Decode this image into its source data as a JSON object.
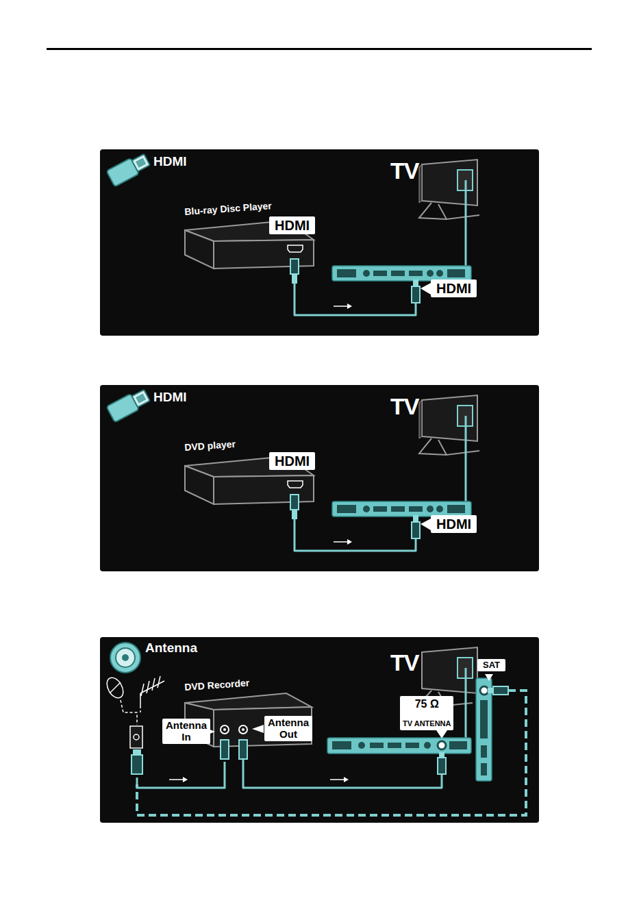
{
  "diagram": {
    "nodes": [
      {
        "text": [
          "Blu-ray Disc Player"
        ]
      },
      {
        "text": [
          "HDMI"
        ]
      },
      {
        "text": [
          "TV"
        ]
      },
      {
        "text": [
          "HDMI"
        ]
      },
      {
        "text": [
          "DVD player"
        ]
      },
      {
        "text": [
          "HDMI"
        ]
      },
      {
        "text": [
          "TV"
        ]
      },
      {
        "text": [
          "HDMI"
        ]
      },
      {
        "text": [
          "DVD Recorder"
        ]
      },
      {
        "text": [
          "Antenna In"
        ]
      },
      {
        "text": [
          "Antenna Out"
        ]
      },
      {
        "text": [
          "TV"
        ]
      },
      {
        "text": [
          "SAT"
        ]
      },
      {
        "text": [
          "75 Ω",
          "TV ANTENNA"
        ]
      }
    ],
    "edges": [
      {
        "from": 0,
        "to": 2,
        "arrow": "none"
      },
      {
        "from": 4,
        "to": 6,
        "arrow": "none"
      },
      {
        "from": 8,
        "to": 11,
        "arrow": "none"
      }
    ],
    "labels": [
      "HDMI",
      "HDMI",
      "Antenna"
    ]
  }
}
